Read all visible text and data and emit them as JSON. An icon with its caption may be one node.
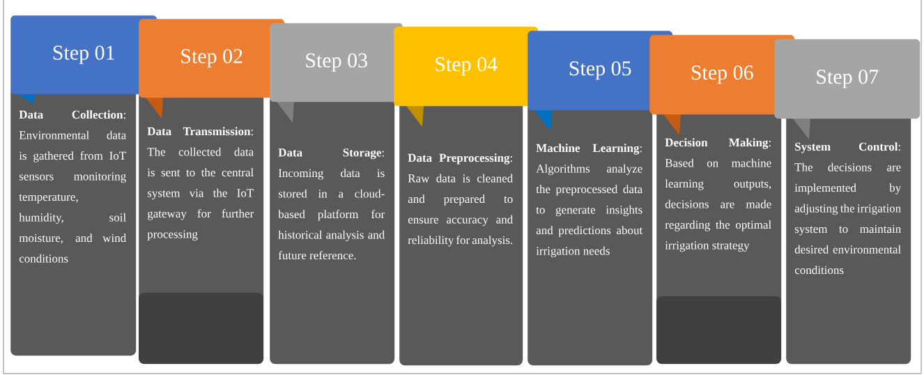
{
  "diagram": {
    "nodes": [
      {
        "text": [
          "Step 01",
          "**Data Collection**: Environmental data is gathered from IoT sensors monitoring temperature, humidity, soil moisture, and wind conditions"
        ]
      },
      {
        "text": [
          "Step 02",
          "**Data Transmission**: The collected data is sent to the central system via the IoT gateway for further processing"
        ]
      },
      {
        "text": [
          "Step 03",
          "**Data Storage**: Incoming data is stored in a cloud-based platform for historical analysis and future reference."
        ]
      },
      {
        "text": [
          "Step 04",
          "**Data Preprocessing**: Raw data is cleaned and prepared to ensure accuracy and reliability for analysis."
        ]
      },
      {
        "text": [
          "Step 05",
          "**Machine Learning**: Algorithms analyze the preprocessed data to generate insights and predictions about irrigation needs"
        ]
      },
      {
        "text": [
          "Step 06",
          "**Decision Making**: Based on machine learning outputs, decisions are made regarding the optimal irrigation strategy"
        ]
      },
      {
        "text": [
          "Step 07",
          "**System Control**: The decisions are implemented by adjusting the irrigation system to maintain desired environmental conditions"
        ]
      }
    ]
  }
}
